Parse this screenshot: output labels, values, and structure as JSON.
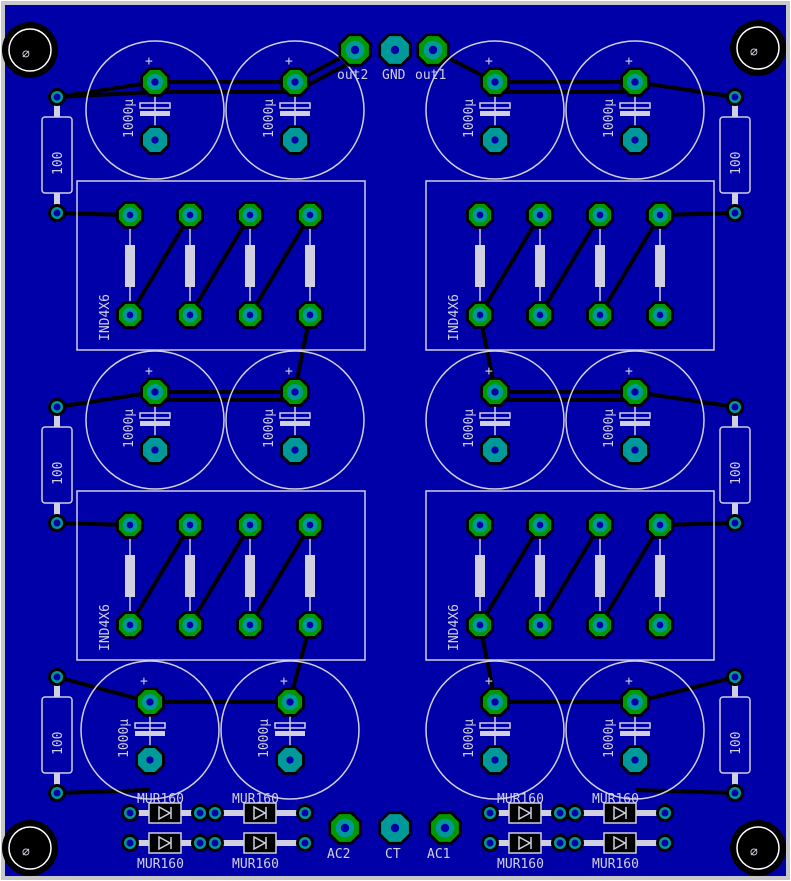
{
  "board": {
    "colors": {
      "copper": "#0000a8",
      "pad_ring": "#009900",
      "pad_center": "#009999",
      "silk": "#d0d0e0",
      "edge": "#c8c8c8"
    },
    "connectors_top": [
      "out2",
      "GND",
      "out1"
    ],
    "connectors_bottom": [
      "AC2",
      "CT",
      "AC1"
    ],
    "capacitor_value": "1000µ",
    "capacitor_polarity": "+",
    "resistor_value": "100",
    "inductor_label": "IND4X6",
    "diode_label": "MUR160",
    "hole_symbol": "∅"
  }
}
